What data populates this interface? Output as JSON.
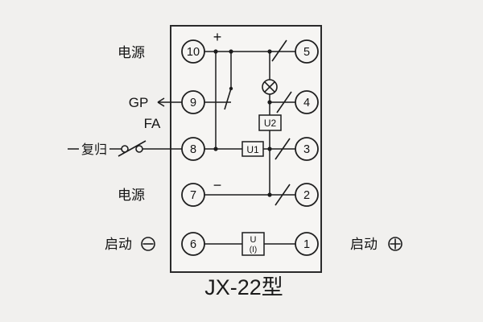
{
  "title": "JX-22型",
  "labels": {
    "power_top": "电源",
    "gp": "GP",
    "fa": "FA",
    "reset": "复归",
    "power_bottom": "电源",
    "start_left": "启动",
    "start_right": "启动"
  },
  "signs": {
    "plus": "+",
    "minus": "−"
  },
  "terminals": {
    "left": [
      "10",
      "9",
      "8",
      "7",
      "6"
    ],
    "right": [
      "5",
      "4",
      "3",
      "2",
      "1"
    ]
  },
  "components": {
    "u2": "U2",
    "u1": "U1",
    "u_start_line1": "U",
    "u_start_line2": "(I)"
  },
  "colors": {
    "background": "#f1f0ee",
    "line": "#1c1c1c",
    "text": "#141414"
  }
}
